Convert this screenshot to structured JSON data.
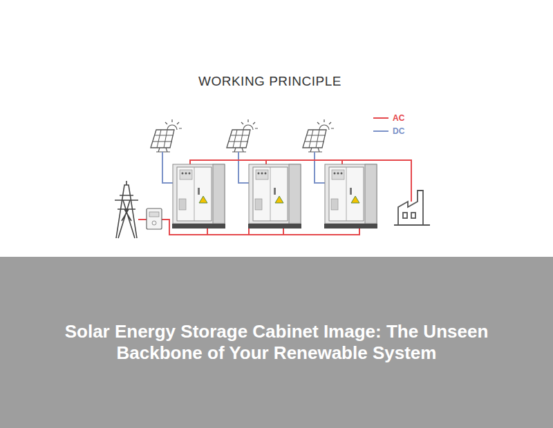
{
  "diagram": {
    "title": "WORKING PRINCIPLE",
    "caption": "Solar Energy Storage Cabinet Image: The Unseen Backbone of Your Renewable System",
    "legend": [
      {
        "text": "AC"
      },
      {
        "text": "DC"
      }
    ]
  }
}
